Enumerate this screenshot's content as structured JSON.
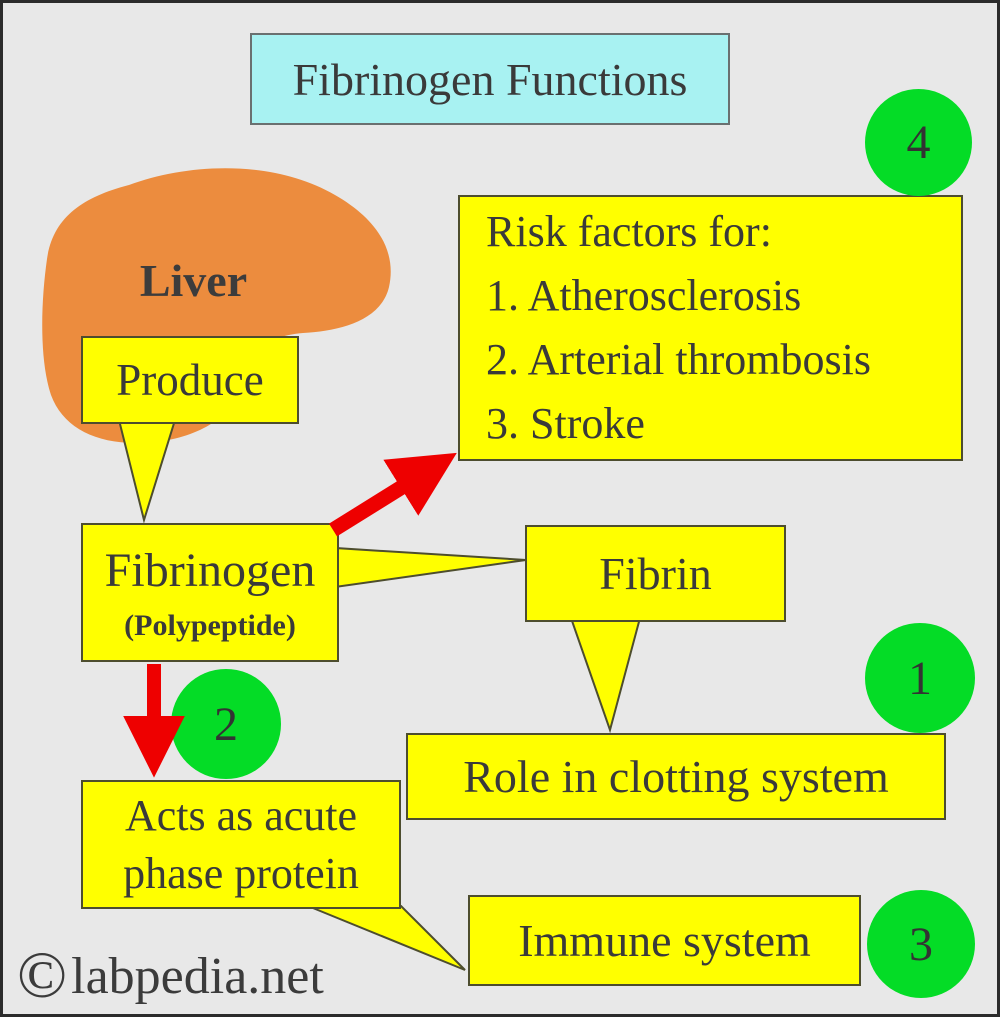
{
  "title": "Fibrinogen Functions",
  "nodes": {
    "liver": {
      "label": "Liver"
    },
    "produce": {
      "label": "Produce"
    },
    "risk_factors": {
      "lines": [
        "Risk factors for:",
        "1. Atherosclerosis",
        "2. Arterial thrombosis",
        "3. Stroke"
      ]
    },
    "fibrinogen": {
      "label": "Fibrinogen",
      "sublabel": "(Polypeptide)"
    },
    "fibrin": {
      "label": "Fibrin"
    },
    "clotting": {
      "label": "Role in clotting system"
    },
    "acute_phase": {
      "lines": [
        "Acts as acute",
        "phase protein"
      ]
    },
    "immune": {
      "label": "Immune system"
    }
  },
  "badges": {
    "clotting": "1",
    "acute_phase": "2",
    "immune": "3",
    "risk_factors": "4"
  },
  "copyright": {
    "symbol": "©",
    "text": "labpedia.net"
  },
  "colors": {
    "background": "#e8e8e8",
    "box_fill": "#ffff00",
    "box_border": "#4d4d2e",
    "title_fill": "#a8f2f2",
    "badge_green": "#04dc26",
    "arrow_red": "#ee0000",
    "liver_orange": "#ec8c3e",
    "text": "#3a3a3a"
  }
}
